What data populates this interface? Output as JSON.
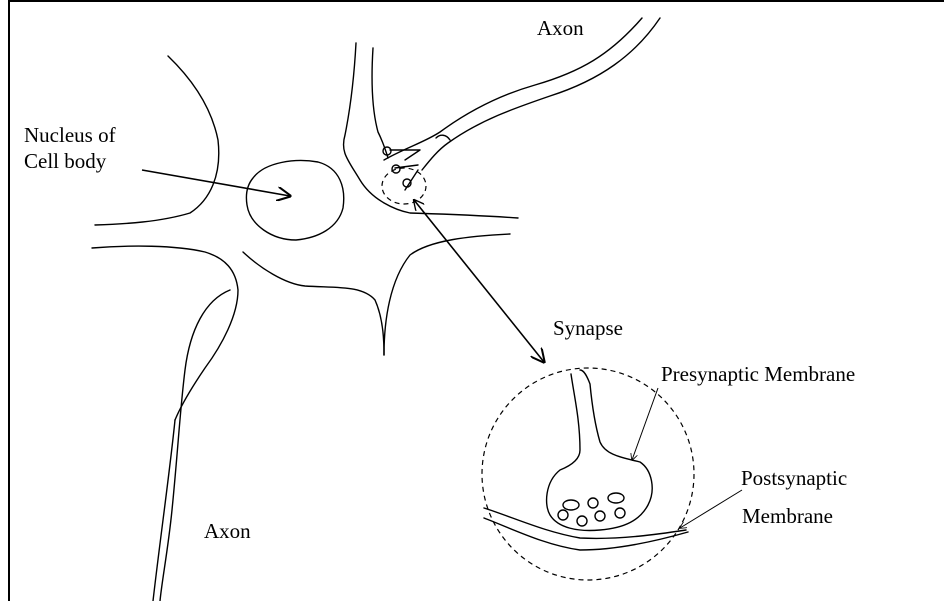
{
  "labels": {
    "axon_top": "Axon",
    "axon_bottom": "Axon",
    "nucleus_line1": "Nucleus of",
    "nucleus_line2": "Cell body",
    "synapse": "Synapse",
    "presynaptic": "Presynaptic Membrane",
    "postsynaptic_line1": "Postsynaptic",
    "postsynaptic_line2": "Membrane"
  }
}
